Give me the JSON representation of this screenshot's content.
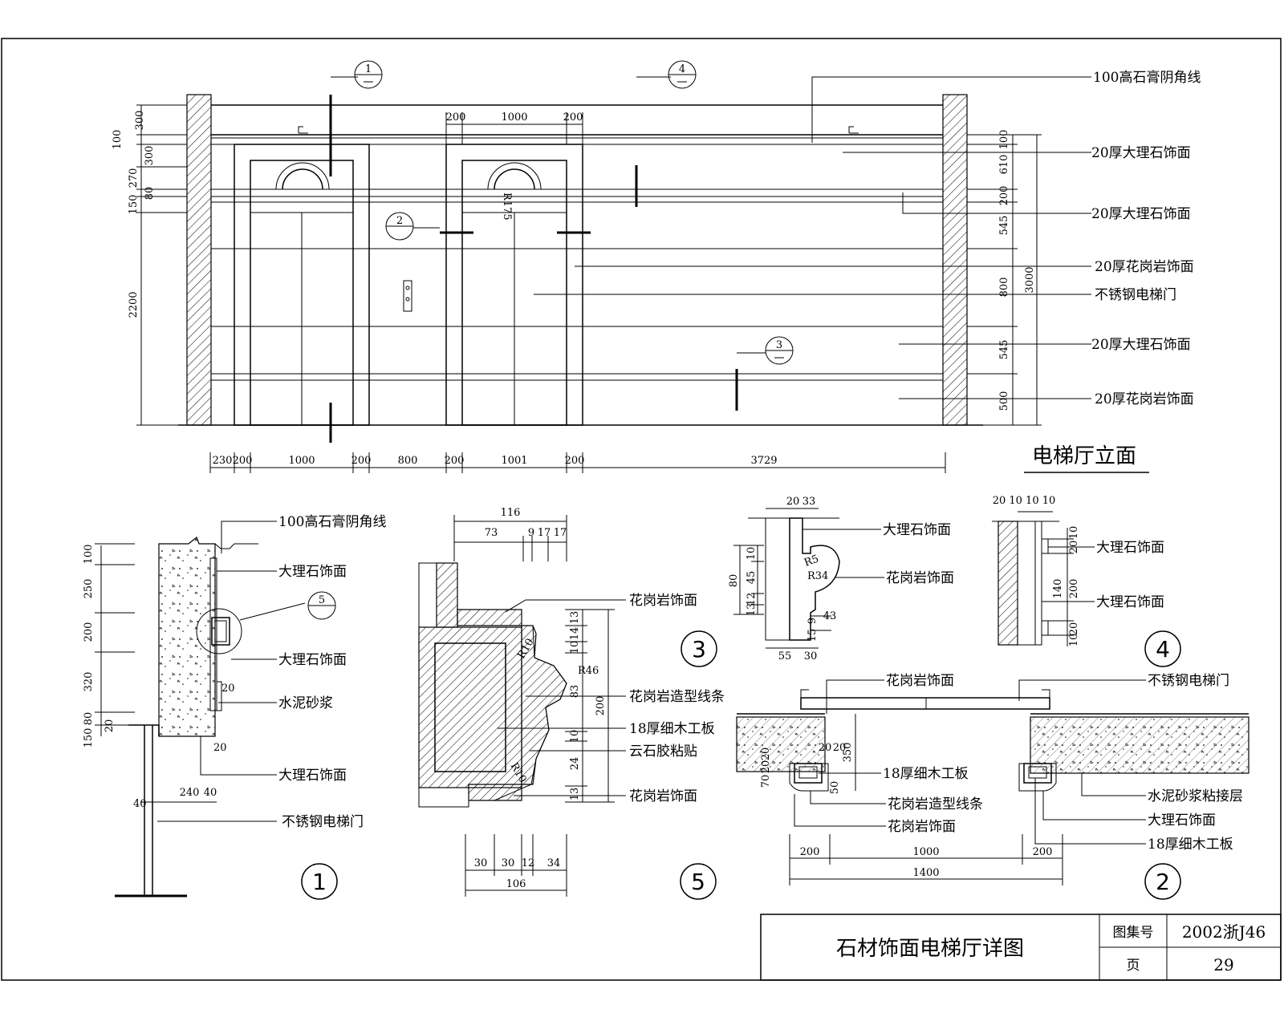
{
  "elevation": {
    "title": "电梯厅立面",
    "callouts": [
      "100高石膏阴角线",
      "20厚大理石饰面",
      "20厚大理石饰面",
      "20厚花岗岩饰面",
      "不锈钢电梯门",
      "20厚大理石饰面",
      "20厚花岗岩饰面"
    ],
    "left_dims": [
      "300",
      "100",
      "300",
      "270",
      "80",
      "150",
      "2200"
    ],
    "right_dims": [
      "100",
      "610",
      "200",
      "545",
      "800",
      "545",
      "500"
    ],
    "right_total": "3000",
    "top_dims": [
      "200",
      "1000",
      "200"
    ],
    "bottom_dims": [
      "230",
      "200",
      "1000",
      "200",
      "800",
      "200",
      "1001",
      "200",
      "3729"
    ],
    "radius": "R175",
    "section_marks": [
      "1",
      "4",
      "2",
      "3"
    ]
  },
  "detail1": {
    "number": "1",
    "labels": [
      "100高石膏阴角线",
      "大理石饰面",
      "大理石饰面",
      "水泥砂浆",
      "大理石饰面",
      "不锈钢电梯门"
    ],
    "dims": [
      "100",
      "250",
      "200",
      "320",
      "80",
      "150",
      "20",
      "20",
      "20",
      "40",
      "240",
      "40"
    ],
    "ref": "5"
  },
  "detail5": {
    "number": "5",
    "labels": [
      "花岗岩饰面",
      "花岗岩造型线条",
      "18厚细木工板",
      "云石胶粘贴",
      "花岗岩饰面"
    ],
    "top_dims": [
      "116",
      "73",
      "9",
      "17",
      "17"
    ],
    "side_dims": [
      "13",
      "14",
      "10",
      "83",
      "200",
      "10",
      "24",
      "13"
    ],
    "bottom_dims": [
      "30",
      "30",
      "12",
      "34",
      "106"
    ],
    "radii": [
      "R10",
      "R46",
      "R10"
    ]
  },
  "detail3": {
    "number": "3",
    "labels": [
      "大理石饰面",
      "花岗岩饰面"
    ],
    "dims": [
      "20",
      "33",
      "10",
      "45",
      "80",
      "12",
      "13",
      "9",
      "43",
      "15",
      "55",
      "30"
    ],
    "radii": [
      "R5",
      "R34"
    ]
  },
  "detail4": {
    "number": "4",
    "labels": [
      "大理石饰面",
      "大理石饰面"
    ],
    "top_dims": "20 10 10 10",
    "dims": [
      "10",
      "20",
      "140",
      "200",
      "10",
      "20"
    ]
  },
  "detail2": {
    "number": "2",
    "labels": [
      "花岗岩饰面",
      "不锈钢电梯门",
      "18厚细木工板",
      "花岗岩造型线条",
      "花岗岩饰面",
      "水泥砂浆粘接层",
      "大理石饰面",
      "18厚细木工板"
    ],
    "dims": [
      "20",
      "20",
      "350",
      "70",
      "20",
      "20",
      "50",
      "200",
      "1000",
      "200",
      "1400"
    ]
  },
  "titleblock": {
    "title": "石材饰面电梯厅详图",
    "atlas_label": "图集号",
    "atlas_value": "2002浙J46",
    "page_label": "页",
    "page_value": "29"
  }
}
